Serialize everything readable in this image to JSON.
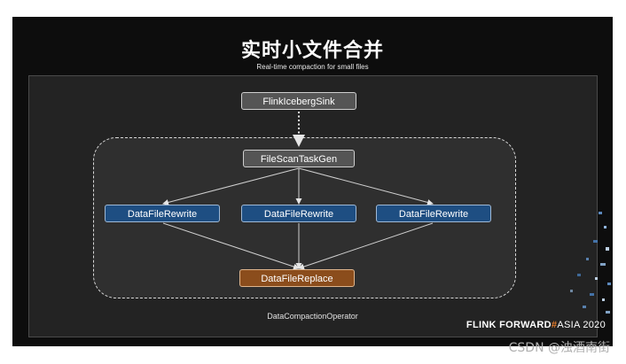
{
  "slide": {
    "title": "实时小文件合并",
    "subtitle": "Real-time compaction for small files"
  },
  "diagram": {
    "nodes": {
      "sink": "FlinkIcebergSink",
      "scan": "FileScanTaskGen",
      "rewrite": [
        "DataFileRewrite",
        "DataFileRewrite",
        "DataFileRewrite"
      ],
      "replace": "DataFileReplace"
    },
    "group_label": "DataCompactionOperator"
  },
  "branding": {
    "flink_forward": "FLINK  FORWARD",
    "hash": "#",
    "asia": "ASIA 2020"
  },
  "watermark": "CSDN @浊酒南街",
  "colors": {
    "slide_bg": "#0d0d0d",
    "gray_node": "#555555",
    "blue_node": "#1e4e82",
    "orange_node": "#8b4d1c",
    "accent": "#e27a2a"
  }
}
